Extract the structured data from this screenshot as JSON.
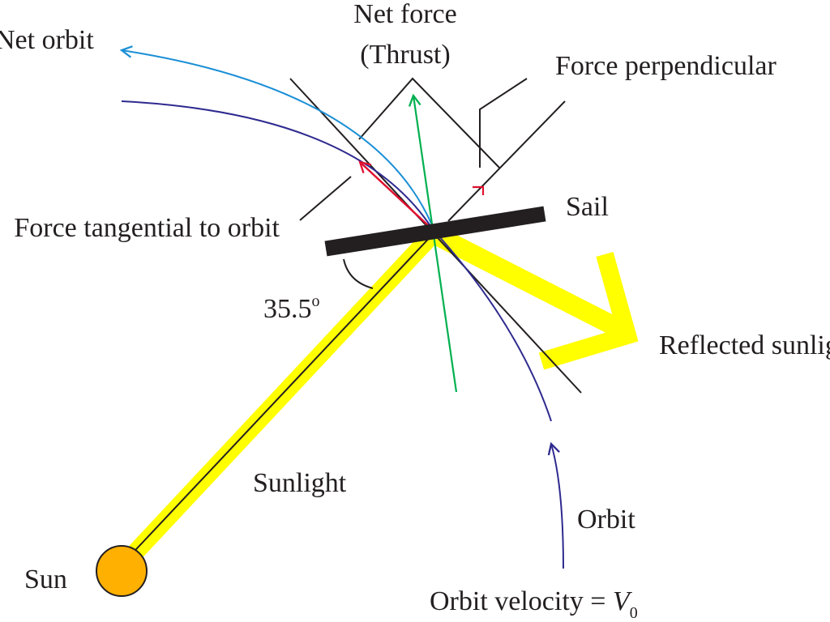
{
  "labels": {
    "net_force": "Net force",
    "thrust": "(Thrust)",
    "net_orbit": "Net orbit",
    "force_perpendicular": "Force perpendicular",
    "sail": "Sail",
    "force_tangential": "Force tangential to orbit",
    "angle": "35.5",
    "angle_unit": "o",
    "reflected": "Reflected sunlight",
    "sunlight": "Sunlight",
    "orbit": "Orbit",
    "sun": "Sun",
    "orbit_velocity": "Orbit velocity = ",
    "velocity_symbol": "V",
    "velocity_subscript": "0"
  },
  "colors": {
    "sunlight": "#ffff00",
    "sun": "#ffb000",
    "net_orbit": "#1a8fd6",
    "orbit": "#2e2a8f",
    "thrust": "#00b050",
    "component": "#e0102f",
    "sail": "#231f20"
  }
}
